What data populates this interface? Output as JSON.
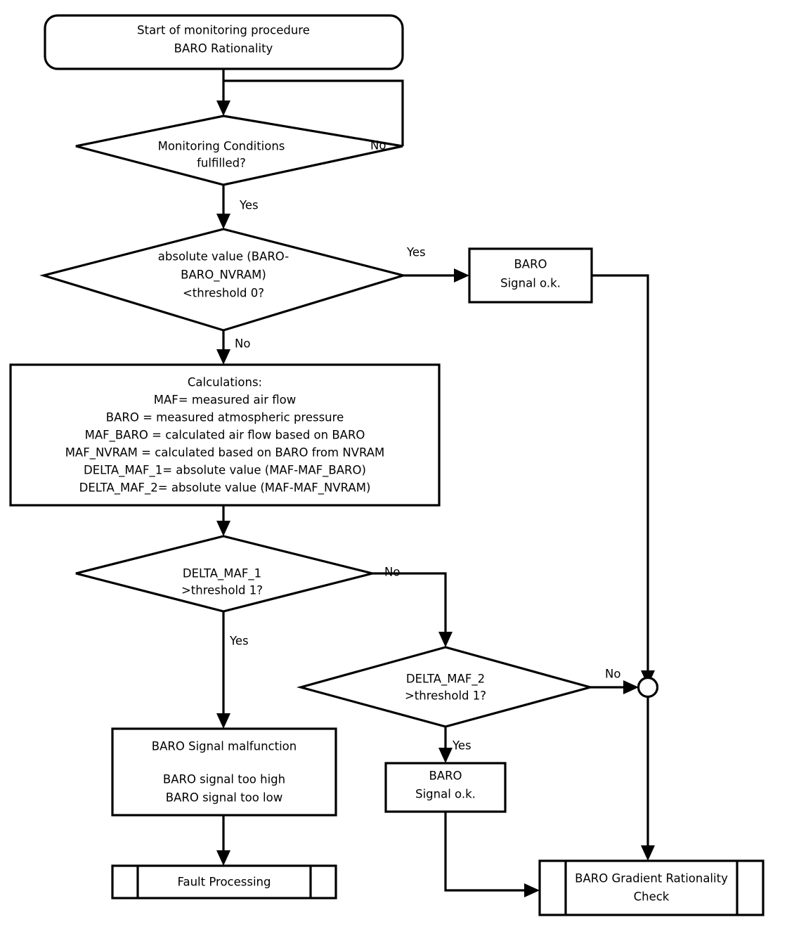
{
  "diagram": {
    "title": "BARO Rationality monitoring procedure flowchart",
    "background_color": "#ffffff",
    "line_color": "#000000",
    "nodes": {
      "start": {
        "shape": "rounded-rectangle",
        "line1": "Start of monitoring procedure",
        "line2": "BARO Rationality"
      },
      "monitoring_conditions": {
        "shape": "diamond",
        "line1": "Monitoring Conditions",
        "line2": "fulfilled?"
      },
      "abs_value_threshold0": {
        "shape": "diamond",
        "line1": "absolute value (BARO-",
        "line2": "BARO_NVRAM)",
        "line3": "<threshold 0?"
      },
      "baro_signal_ok_top": {
        "shape": "rectangle",
        "line1": "BARO",
        "line2": "Signal o.k."
      },
      "calculations": {
        "shape": "rectangle",
        "line1": "Calculations:",
        "line2": "MAF= measured air flow",
        "line3": "BARO = measured atmospheric pressure",
        "line4": "MAF_BARO = calculated air flow based on BARO",
        "line5": "MAF_NVRAM = calculated based on BARO from NVRAM",
        "line6": "DELTA_MAF_1= absolute value (MAF-MAF_BARO)",
        "line7": "DELTA_MAF_2= absolute value (MAF-MAF_NVRAM)"
      },
      "delta_maf_1": {
        "shape": "diamond",
        "line1": "DELTA_MAF_1",
        "line2": ">threshold 1?"
      },
      "delta_maf_2": {
        "shape": "diamond",
        "line1": "DELTA_MAF_2",
        "line2": ">threshold 1?"
      },
      "baro_malfunction": {
        "shape": "rectangle",
        "line1": "BARO Signal malfunction",
        "line2": "BARO signal too high",
        "line3": "BARO signal too low"
      },
      "baro_signal_ok_bottom": {
        "shape": "rectangle",
        "line1": "BARO",
        "line2": "Signal o.k."
      },
      "fault_processing": {
        "shape": "predefined-process",
        "line1": "Fault Processing"
      },
      "baro_gradient_check": {
        "shape": "predefined-process",
        "line1": "BARO Gradient Rationality",
        "line2": "Check"
      },
      "junction": {
        "shape": "circle-connector",
        "line1": ""
      }
    },
    "edge_labels": {
      "monitoring_no": "No",
      "monitoring_yes": "Yes",
      "abs_yes": "Yes",
      "abs_no": "No",
      "delta1_no": "No",
      "delta1_yes": "Yes",
      "delta2_no": "No",
      "delta2_yes": "Yes"
    }
  }
}
